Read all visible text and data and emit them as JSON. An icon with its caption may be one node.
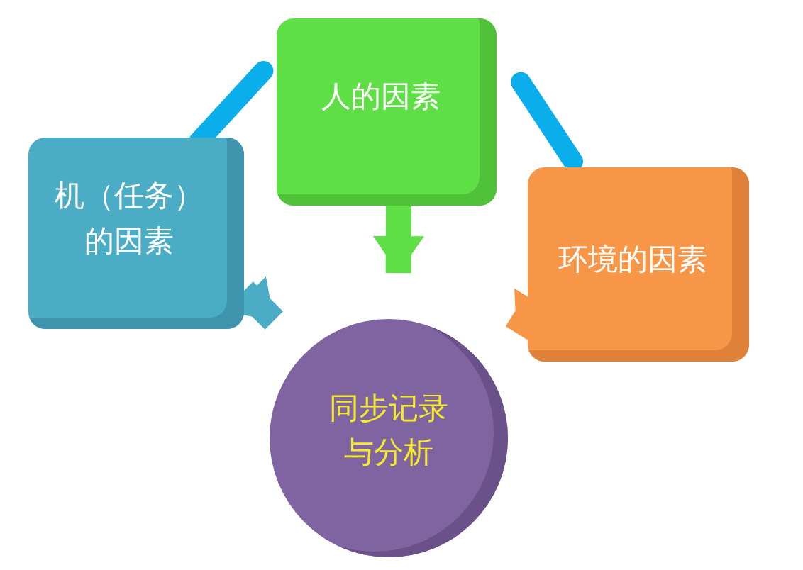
{
  "diagram": {
    "nodes": [
      {
        "text": [
          "机（任务）的因素"
        ]
      },
      {
        "text": [
          "人的因素"
        ]
      },
      {
        "text": [
          "环境的因素"
        ]
      },
      {
        "text": [
          "同步记录与分析"
        ]
      }
    ],
    "edges": [
      {
        "from": 0,
        "to": 1,
        "arrow": "none",
        "color": "#0aaeea"
      },
      {
        "from": 1,
        "to": 2,
        "arrow": "none",
        "color": "#0aaeea"
      },
      {
        "from": 0,
        "to": 3,
        "arrow": "to",
        "color": "#4bacc6"
      },
      {
        "from": 1,
        "to": 3,
        "arrow": "to",
        "color": "#5fdf46"
      },
      {
        "from": 2,
        "to": 3,
        "arrow": "to",
        "color": "#f79646"
      }
    ]
  }
}
